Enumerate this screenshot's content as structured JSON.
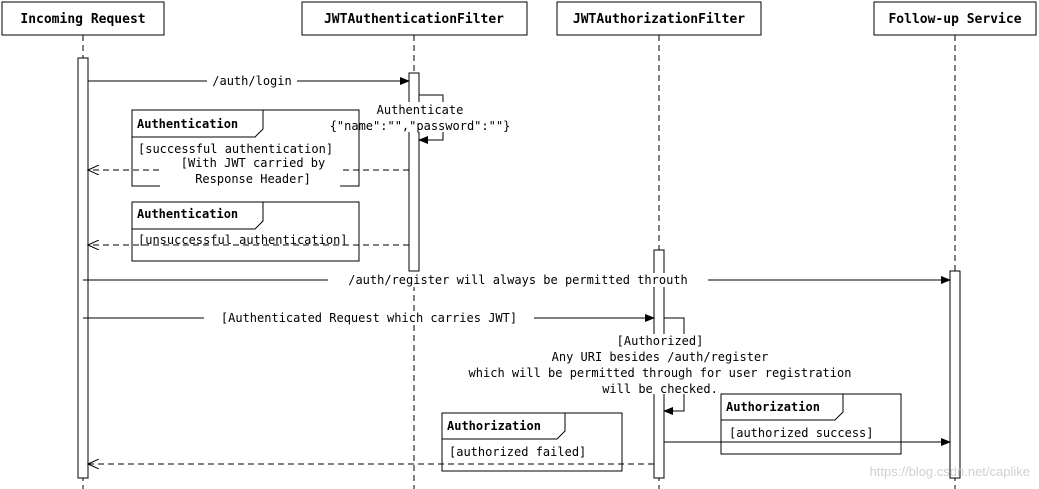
{
  "participants": {
    "incoming_request": "Incoming Request",
    "auth_filter": "JWTAuthenticationFilter",
    "authz_filter": "JWTAuthorizationFilter",
    "followup_service": "Follow-up Service"
  },
  "messages": {
    "login": "/auth/login",
    "authenticate_line1": "Authenticate",
    "authenticate_line2": "{\"name\":\"\",\"password\":\"\"}",
    "register": "/auth/register will always be permitted throuth",
    "authenticated_request": "[Authenticated Request which carries JWT]",
    "authorized_line1": "[Authorized]",
    "authorized_line2": "Any URI besides /auth/register",
    "authorized_line3": "which will be permitted through for user registration",
    "authorized_line4": "will be checked."
  },
  "fragments": {
    "auth_success": {
      "title": "Authentication",
      "line1": "[successful authentication]",
      "line2": "[With JWT carried by",
      "line3": "Response Header]"
    },
    "auth_fail": {
      "title": "Authentication",
      "line1": "[unsuccessful authentication]"
    },
    "authz_success": {
      "title": "Authorization",
      "line1": "[authorized success]"
    },
    "authz_fail": {
      "title": "Authorization",
      "line1": "[authorized failed]"
    }
  },
  "watermark": "https://blog.csdn.net/caplike"
}
